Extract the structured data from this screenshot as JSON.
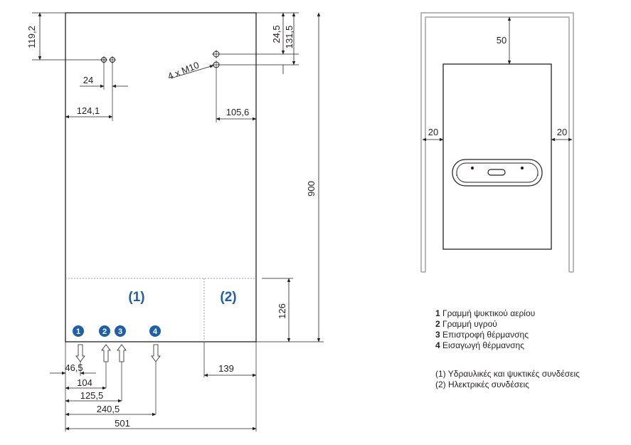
{
  "dimensions": {
    "d119_2": "119,2",
    "d24_5": "24,5",
    "d131_5": "131,5",
    "d4xM10": "4 x M10",
    "d24": "24",
    "d124_1": "124,1",
    "d105_6": "105,6",
    "d900": "900",
    "d126": "126",
    "d139": "139",
    "d46_5": "46,5",
    "d104": "104",
    "d125_5": "125,5",
    "d240_5": "240,5",
    "d501": "501",
    "d50": "50",
    "d20_left": "20",
    "d20_right": "20"
  },
  "zones": {
    "zone1": "(1)",
    "zone2": "(2)"
  },
  "connections": [
    {
      "num": "1",
      "label": "Γραμμή ψυκτικού αερίου"
    },
    {
      "num": "2",
      "label": "Γραμμή υγρού"
    },
    {
      "num": "3",
      "label": "Επιστροφή θέρμανσης"
    },
    {
      "num": "4",
      "label": "Εισαγωγή θέρμανσης"
    }
  ],
  "zone_notes": [
    {
      "label": "(1) Υδραυλικές και ψυκτικές συνδέσεις"
    },
    {
      "label": "(2) Ηλεκτρικές συνδέσεις"
    }
  ],
  "colors": {
    "line": "#231f20",
    "badge": "#1f5fa8",
    "zone_text": "#1f5fa8",
    "dashed": "#9a9a9a",
    "wall": "#8c8c8c"
  }
}
